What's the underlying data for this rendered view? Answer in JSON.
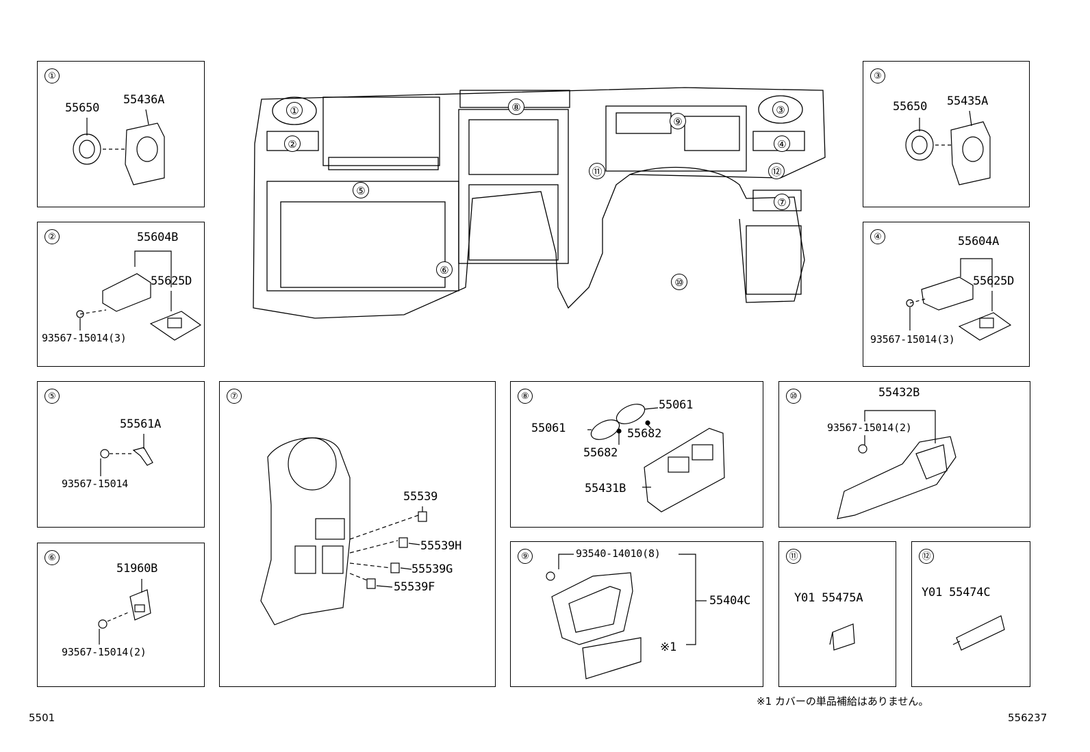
{
  "main_callouts": [
    "①",
    "②",
    "③",
    "④",
    "⑤",
    "⑥",
    "⑦",
    "⑧",
    "⑨",
    "⑩",
    "⑪",
    "⑫"
  ],
  "panels": {
    "p1": {
      "num": "①",
      "labels": [
        "55650",
        "55436A"
      ]
    },
    "p2": {
      "num": "②",
      "labels": [
        "55604B",
        "55625D",
        "93567-15014(3)"
      ]
    },
    "p3": {
      "num": "③",
      "labels": [
        "55650",
        "55435A"
      ]
    },
    "p4": {
      "num": "④",
      "labels": [
        "55604A",
        "55625D",
        "93567-15014(3)"
      ]
    },
    "p5": {
      "num": "⑤",
      "labels": [
        "55561A",
        "93567-15014"
      ]
    },
    "p6": {
      "num": "⑥",
      "labels": [
        "51960B",
        "93567-15014(2)"
      ]
    },
    "p7": {
      "num": "⑦",
      "labels": [
        "55539",
        "55539H",
        "55539G",
        "55539F"
      ]
    },
    "p8": {
      "num": "⑧",
      "labels": [
        "55061",
        "55061",
        "55682",
        "55682",
        "55431B"
      ]
    },
    "p9": {
      "num": "⑨",
      "labels": [
        "93540-14010(8)",
        "55404C",
        "※1"
      ]
    },
    "p10": {
      "num": "⑩",
      "labels": [
        "55432B",
        "93567-15014(2)"
      ]
    },
    "p11": {
      "num": "⑪",
      "labels": [
        "Y01 55475A"
      ]
    },
    "p12": {
      "num": "⑫",
      "labels": [
        "Y01 55474C"
      ]
    }
  },
  "footnote": "※1 カバーの単品補給はありません。",
  "page_code_left": "5501",
  "page_code_right": "556237"
}
